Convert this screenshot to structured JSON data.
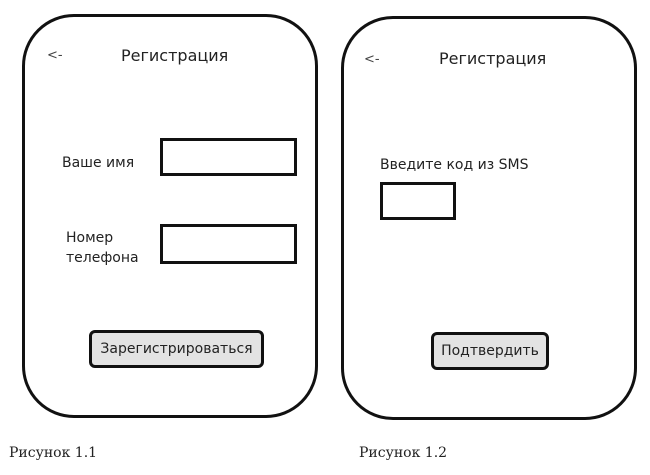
{
  "screen_registration": {
    "back_icon": "<-",
    "title": "Регистрация",
    "name_label": "Ваше имя",
    "name_value": "",
    "phone_label": "Номер телефона",
    "phone_value": "",
    "submit_label": "Зарегистрироваться"
  },
  "screen_sms": {
    "back_icon": "<-",
    "title": "Регистрация",
    "code_label": "Введите код из SMS",
    "code_value": "",
    "confirm_label": "Подтвердить"
  },
  "captions": {
    "figure1": "Рисунок 1.1",
    "figure2": "Рисунок 1.2"
  }
}
